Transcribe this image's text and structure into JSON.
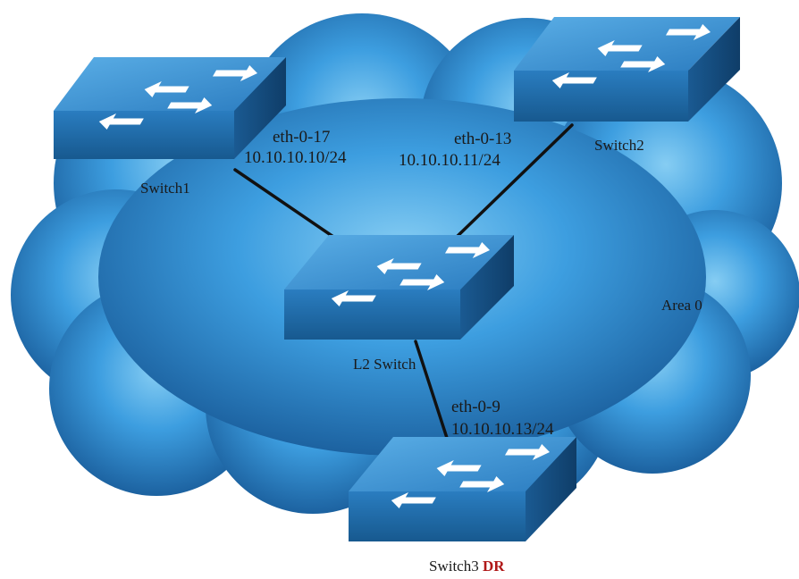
{
  "area": {
    "label": "Area 0"
  },
  "switches": {
    "switch1": {
      "name": "Switch1"
    },
    "switch2": {
      "name": "Switch2"
    },
    "l2": {
      "name": "L2 Switch"
    },
    "switch3": {
      "name": "Switch3",
      "role": "DR"
    }
  },
  "links": {
    "switch1": {
      "interface": "eth-0-17",
      "ip": "10.10.10.10/24"
    },
    "switch2": {
      "interface": "eth-0-13",
      "ip": "10.10.10.11/24"
    },
    "switch3": {
      "interface": "eth-0-9",
      "ip": "10.10.10.13/24"
    }
  },
  "colors": {
    "cloud_light": "#7ec4ee",
    "cloud_mid": "#2f8fd6",
    "cloud_dark": "#1c5f9c",
    "switch_top": "#3a8fd0",
    "switch_front": "#1e6aa6",
    "switch_side": "#154c80",
    "link": "#111111",
    "dr": "#b01818"
  }
}
